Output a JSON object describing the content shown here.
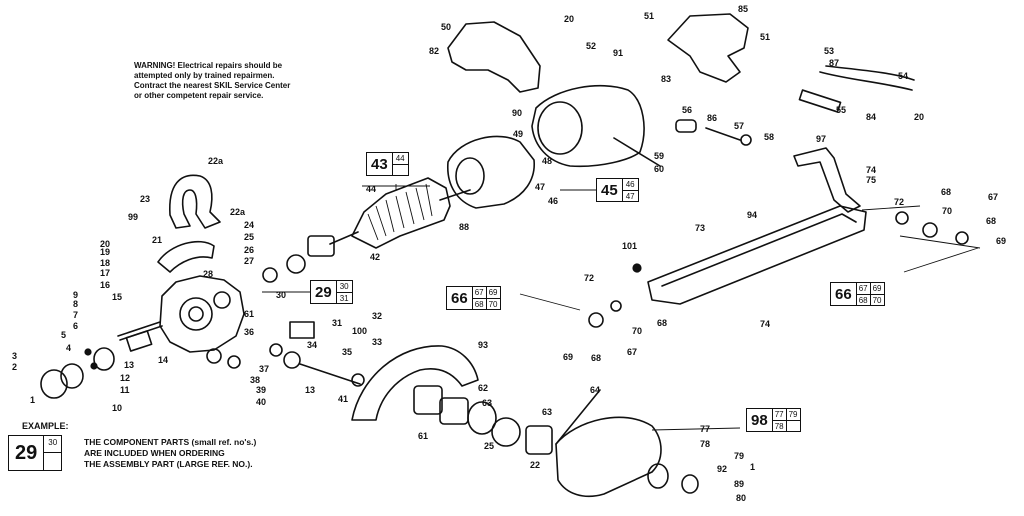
{
  "warning": {
    "lines": [
      "WARNING! Electrical repairs should be",
      "attempted only by trained repairmen.",
      "Contract the nearest SKIL Service Center",
      "or other competent repair service."
    ]
  },
  "part_labels": [
    {
      "id": "l1",
      "text": "1"
    },
    {
      "id": "l2",
      "text": "2"
    },
    {
      "id": "l3",
      "text": "3"
    },
    {
      "id": "l4",
      "text": "4"
    },
    {
      "id": "l5",
      "text": "5"
    },
    {
      "id": "l6",
      "text": "6"
    },
    {
      "id": "l7",
      "text": "7"
    },
    {
      "id": "l8",
      "text": "8"
    },
    {
      "id": "l9",
      "text": "9"
    },
    {
      "id": "l10",
      "text": "10"
    },
    {
      "id": "l11",
      "text": "11"
    },
    {
      "id": "l12",
      "text": "12"
    },
    {
      "id": "l13a",
      "text": "13"
    },
    {
      "id": "l13b",
      "text": "13"
    },
    {
      "id": "l14",
      "text": "14"
    },
    {
      "id": "l15",
      "text": "15"
    },
    {
      "id": "l16",
      "text": "16"
    },
    {
      "id": "l17",
      "text": "17"
    },
    {
      "id": "l18",
      "text": "18"
    },
    {
      "id": "l19",
      "text": "19"
    },
    {
      "id": "l20a",
      "text": "20"
    },
    {
      "id": "l20b",
      "text": "20"
    },
    {
      "id": "l20c",
      "text": "20"
    },
    {
      "id": "l21",
      "text": "21"
    },
    {
      "id": "l22",
      "text": "22"
    },
    {
      "id": "l22a",
      "text": "22a"
    },
    {
      "id": "l22b",
      "text": "22a"
    },
    {
      "id": "l23",
      "text": "23"
    },
    {
      "id": "l24",
      "text": "24"
    },
    {
      "id": "l25a",
      "text": "25"
    },
    {
      "id": "l25b",
      "text": "25"
    },
    {
      "id": "l26",
      "text": "26"
    },
    {
      "id": "l27",
      "text": "27"
    },
    {
      "id": "l28",
      "text": "28"
    },
    {
      "id": "l30",
      "text": "30"
    },
    {
      "id": "l31",
      "text": "31"
    },
    {
      "id": "l32",
      "text": "32"
    },
    {
      "id": "l33",
      "text": "33"
    },
    {
      "id": "l34",
      "text": "34"
    },
    {
      "id": "l35",
      "text": "35"
    },
    {
      "id": "l36",
      "text": "36"
    },
    {
      "id": "l37",
      "text": "37"
    },
    {
      "id": "l38",
      "text": "38"
    },
    {
      "id": "l39",
      "text": "39"
    },
    {
      "id": "l40",
      "text": "40"
    },
    {
      "id": "l41",
      "text": "41"
    },
    {
      "id": "l42",
      "text": "42"
    },
    {
      "id": "l44",
      "text": "44"
    },
    {
      "id": "l46",
      "text": "46"
    },
    {
      "id": "l47",
      "text": "47"
    },
    {
      "id": "l48",
      "text": "48"
    },
    {
      "id": "l49",
      "text": "49"
    },
    {
      "id": "l50",
      "text": "50"
    },
    {
      "id": "l51a",
      "text": "51"
    },
    {
      "id": "l51b",
      "text": "51"
    },
    {
      "id": "l52",
      "text": "52"
    },
    {
      "id": "l53",
      "text": "53"
    },
    {
      "id": "l54",
      "text": "54"
    },
    {
      "id": "l55",
      "text": "55"
    },
    {
      "id": "l56",
      "text": "56"
    },
    {
      "id": "l57",
      "text": "57"
    },
    {
      "id": "l58",
      "text": "58"
    },
    {
      "id": "l59",
      "text": "59"
    },
    {
      "id": "l60",
      "text": "60"
    },
    {
      "id": "l61a",
      "text": "61"
    },
    {
      "id": "l61b",
      "text": "61"
    },
    {
      "id": "l62",
      "text": "62"
    },
    {
      "id": "l63a",
      "text": "63"
    },
    {
      "id": "l63b",
      "text": "63"
    },
    {
      "id": "l64",
      "text": "64"
    },
    {
      "id": "l67a",
      "text": "67"
    },
    {
      "id": "l67b",
      "text": "67"
    },
    {
      "id": "l68a",
      "text": "68"
    },
    {
      "id": "l68b",
      "text": "68"
    },
    {
      "id": "l68c",
      "text": "68"
    },
    {
      "id": "l68d",
      "text": "68"
    },
    {
      "id": "l69a",
      "text": "69"
    },
    {
      "id": "l69b",
      "text": "69"
    },
    {
      "id": "l70a",
      "text": "70"
    },
    {
      "id": "l70b",
      "text": "70"
    },
    {
      "id": "l72a",
      "text": "72"
    },
    {
      "id": "l72b",
      "text": "72"
    },
    {
      "id": "l73",
      "text": "73"
    },
    {
      "id": "l74a",
      "text": "74"
    },
    {
      "id": "l74b",
      "text": "74"
    },
    {
      "id": "l75",
      "text": "75"
    },
    {
      "id": "l77",
      "text": "77"
    },
    {
      "id": "l78",
      "text": "78"
    },
    {
      "id": "l79",
      "text": "79"
    },
    {
      "id": "l80",
      "text": "80"
    },
    {
      "id": "l82",
      "text": "82"
    },
    {
      "id": "l83",
      "text": "83"
    },
    {
      "id": "l84",
      "text": "84"
    },
    {
      "id": "l85",
      "text": "85"
    },
    {
      "id": "l86",
      "text": "86"
    },
    {
      "id": "l87",
      "text": "87"
    },
    {
      "id": "l88",
      "text": "88"
    },
    {
      "id": "l89",
      "text": "89"
    },
    {
      "id": "l90",
      "text": "90"
    },
    {
      "id": "l91",
      "text": "91"
    },
    {
      "id": "l92",
      "text": "92"
    },
    {
      "id": "l93",
      "text": "93"
    },
    {
      "id": "l94",
      "text": "94"
    },
    {
      "id": "l97",
      "text": "97"
    },
    {
      "id": "l99",
      "text": "99"
    },
    {
      "id": "l100",
      "text": "100"
    },
    {
      "id": "l101",
      "text": "101"
    },
    {
      "id": "lone",
      "text": "1"
    }
  ],
  "assemblies": {
    "a43": {
      "main": "43",
      "parts": [
        "44"
      ]
    },
    "a45": {
      "main": "45",
      "parts": [
        "46",
        "47"
      ]
    },
    "a29": {
      "main": "29",
      "parts": [
        "30",
        "31"
      ]
    },
    "a66l": {
      "main": "66",
      "parts": [
        "67",
        "69",
        "68",
        "70"
      ]
    },
    "a66r": {
      "main": "66",
      "parts": [
        "67",
        "69",
        "68",
        "70"
      ]
    },
    "a98": {
      "main": "98",
      "parts": [
        "77",
        "79",
        "78"
      ]
    }
  },
  "example": {
    "title": "EXAMPLE:",
    "main": "29",
    "sub": "30",
    "lines": [
      "THE COMPONENT PARTS (small ref. no's.)",
      "ARE INCLUDED WHEN ORDERING",
      "THE ASSEMBLY PART (LARGE REF. NO.)."
    ]
  }
}
